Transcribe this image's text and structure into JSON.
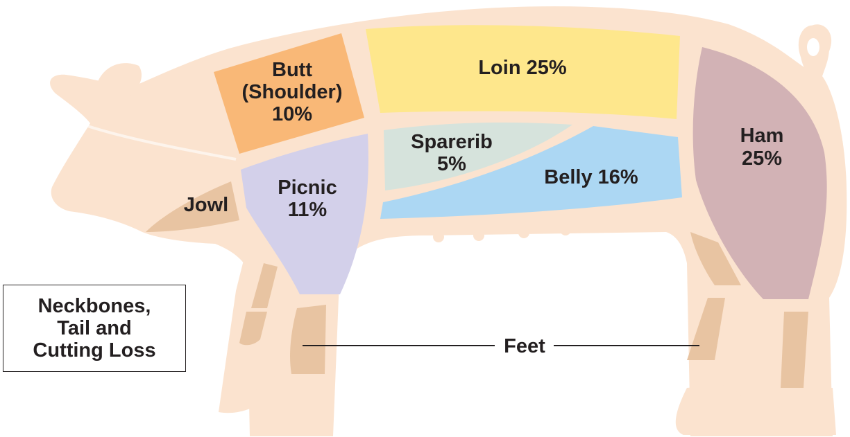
{
  "cuts": {
    "butt": {
      "line1": "Butt",
      "line2": "(Shoulder)",
      "line3": "10%"
    },
    "loin": {
      "label": "Loin 25%"
    },
    "ham": {
      "line1": "Ham",
      "line2": "25%"
    },
    "sparerib": {
      "line1": "Sparerib",
      "line2": "5%"
    },
    "belly": {
      "label": "Belly 16%"
    },
    "picnic": {
      "line1": "Picnic",
      "line2": "11%"
    },
    "jowl": {
      "label": "Jowl"
    },
    "feet": {
      "label": "Feet"
    }
  },
  "legend": {
    "line1": "Neckbones,",
    "line2": "Tail and",
    "line3": "Cutting Loss"
  },
  "colors": {
    "body": "#fbe3cf",
    "butt": "#f9b877",
    "loin": "#fee78c",
    "ham": "#d2b2b5",
    "sparerib": "#d6e3dc",
    "belly": "#acd7f3",
    "picnic": "#d3d0ea",
    "jowl_feet": "#e8c4a2",
    "text": "#231f20"
  }
}
